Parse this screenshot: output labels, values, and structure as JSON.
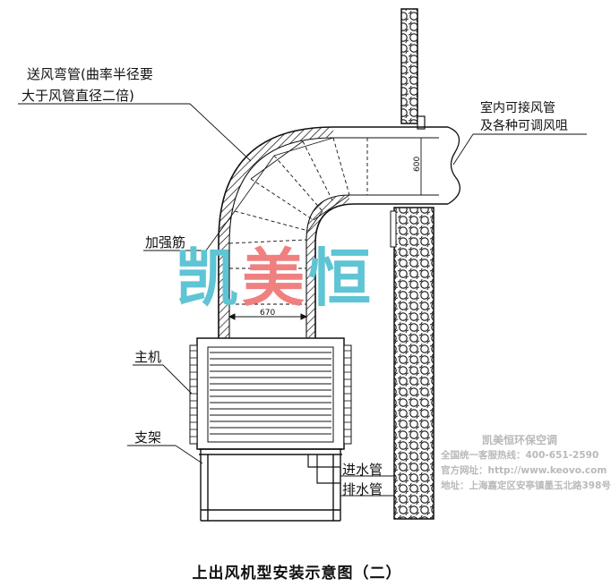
{
  "labels": {
    "duct_elbow_line1": "送风弯管(曲率半径要",
    "duct_elbow_line2": "大于风管直径二倍)",
    "indoor_line1": "室内可接风管",
    "indoor_line2": "及各种可调风咀",
    "rib": "加强筋",
    "main_unit": "主机",
    "bracket": "支架",
    "water_inlet": "进水管",
    "water_drain": "排水管"
  },
  "dimensions": {
    "duct_height": "600",
    "duct_width": "670"
  },
  "watermark": {
    "char1": "凯",
    "char2": "美",
    "char3": "恒",
    "color_primary": "#5fc4d4",
    "color_accent": "#f08080"
  },
  "company": {
    "name": "凯美恒环保空调",
    "hotline": "全国统一客服热线：400-651-2590",
    "website": "官方网址：http://www.keovo.com",
    "address": "地址：上海嘉定区安亭镇墨玉北路398号"
  },
  "caption": "上出风机型安装示意图（二）"
}
